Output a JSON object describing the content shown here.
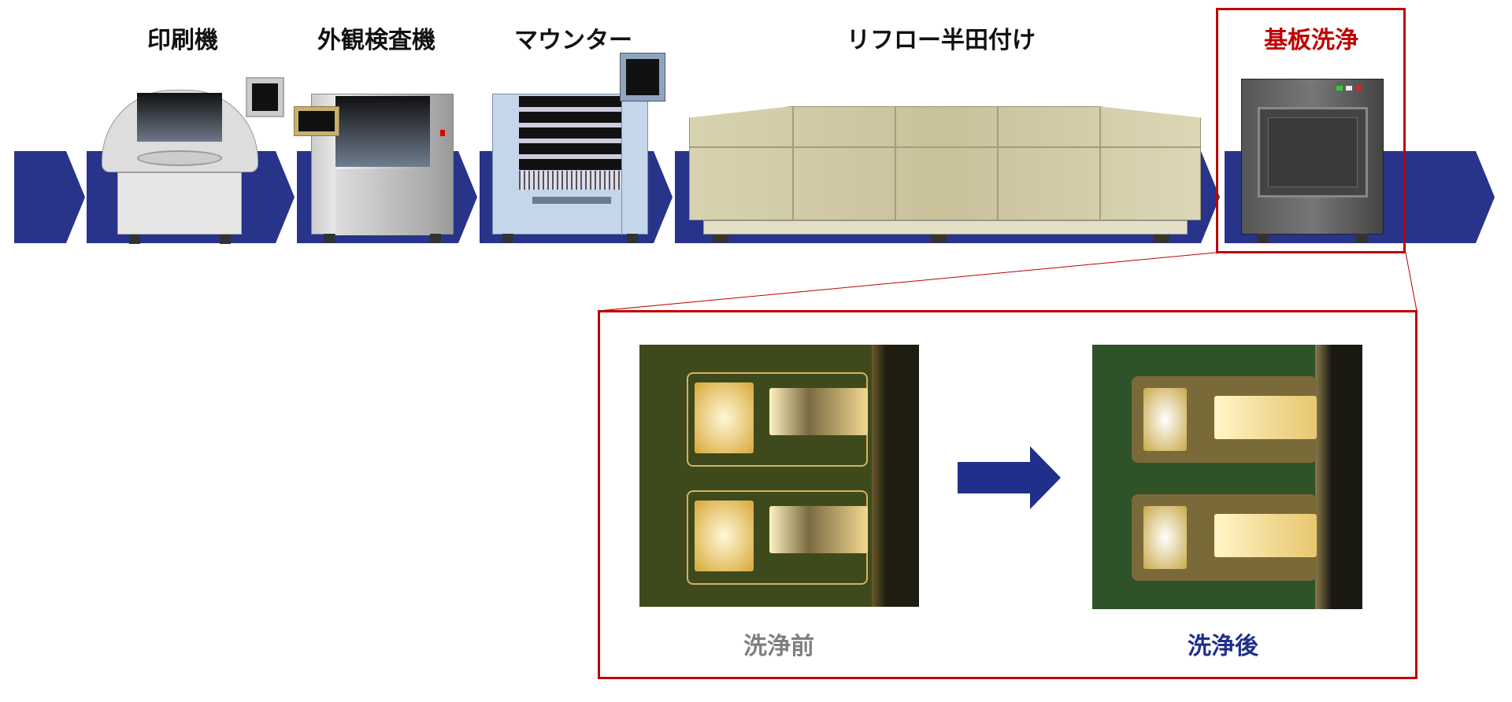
{
  "process": {
    "steps": [
      {
        "label": "印刷機"
      },
      {
        "label": "外観検査機"
      },
      {
        "label": "マウンター"
      },
      {
        "label": "リフロー半田付け"
      },
      {
        "label": "基板洗浄",
        "highlighted": true
      }
    ]
  },
  "detail": {
    "before_caption": "洗浄前",
    "after_caption": "洗浄後"
  },
  "colors": {
    "flow_band": "#28338a",
    "highlight": "#c00000",
    "before_caption": "#7f7f7f",
    "after_caption": "#1f2f8a"
  }
}
